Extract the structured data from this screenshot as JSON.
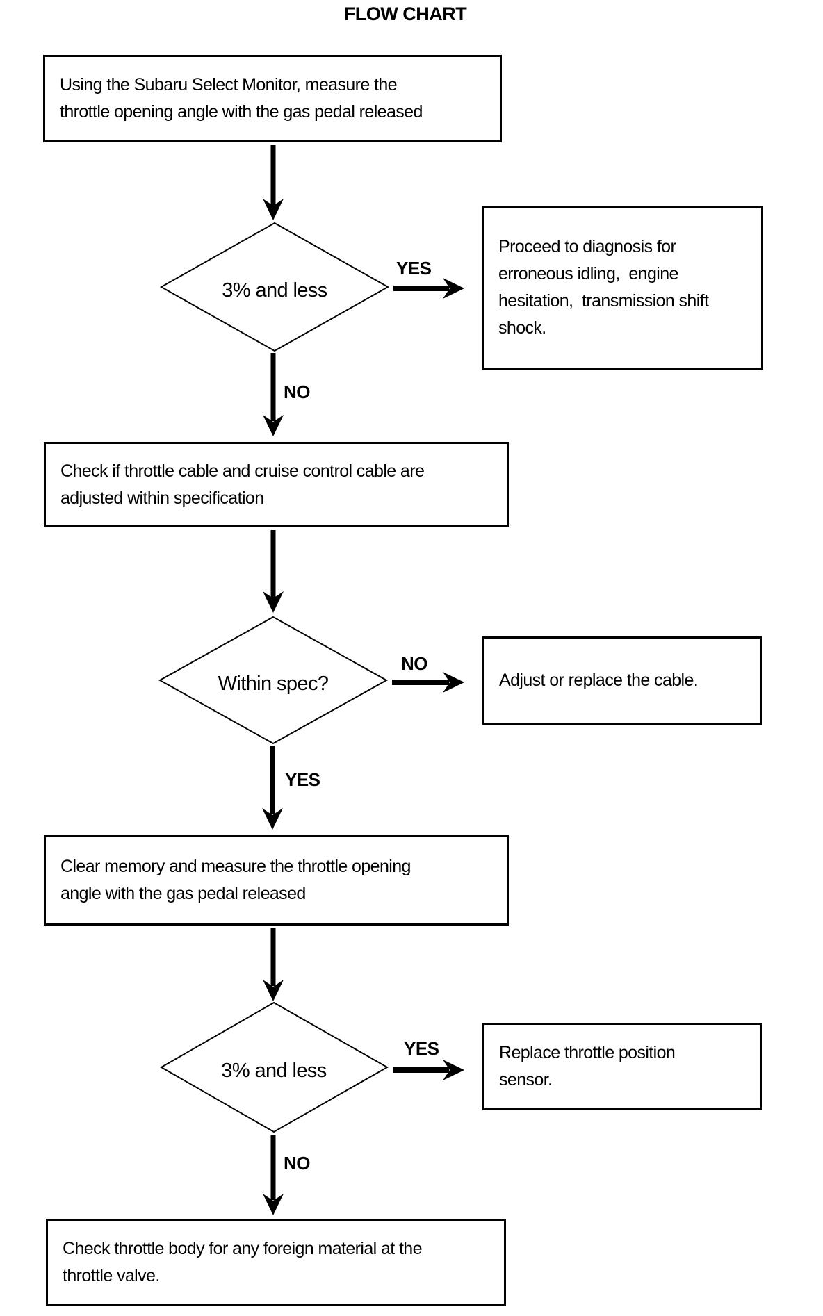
{
  "title": "FLOW CHART",
  "colors": {
    "ink": "#000000",
    "background": "#ffffff"
  },
  "nodes": {
    "step1": {
      "text": "Using the Subaru Select Monitor, measure the\nthrottle opening angle with the gas pedal released"
    },
    "decision1": {
      "text": "3% and less",
      "yes": "YES",
      "no": "NO"
    },
    "result1": {
      "text": "Proceed to diagnosis for\nerroneous idling,  engine\nhesitation,  transmission shift\nshock."
    },
    "step2": {
      "text": "Check if throttle cable and cruise control cable are\nadjusted within specification"
    },
    "decision2": {
      "text": "Within spec?",
      "yes": "YES",
      "no": "NO"
    },
    "result2": {
      "text": "Adjust or replace the cable."
    },
    "step3": {
      "text": "Clear memory and measure the throttle opening\nangle with the gas pedal released"
    },
    "decision3": {
      "text": "3% and less",
      "yes": "YES",
      "no": "NO"
    },
    "result3": {
      "text": "Replace throttle position\nsensor."
    },
    "step4": {
      "text": "Check throttle body for any foreign material at the\nthrottle valve."
    }
  }
}
